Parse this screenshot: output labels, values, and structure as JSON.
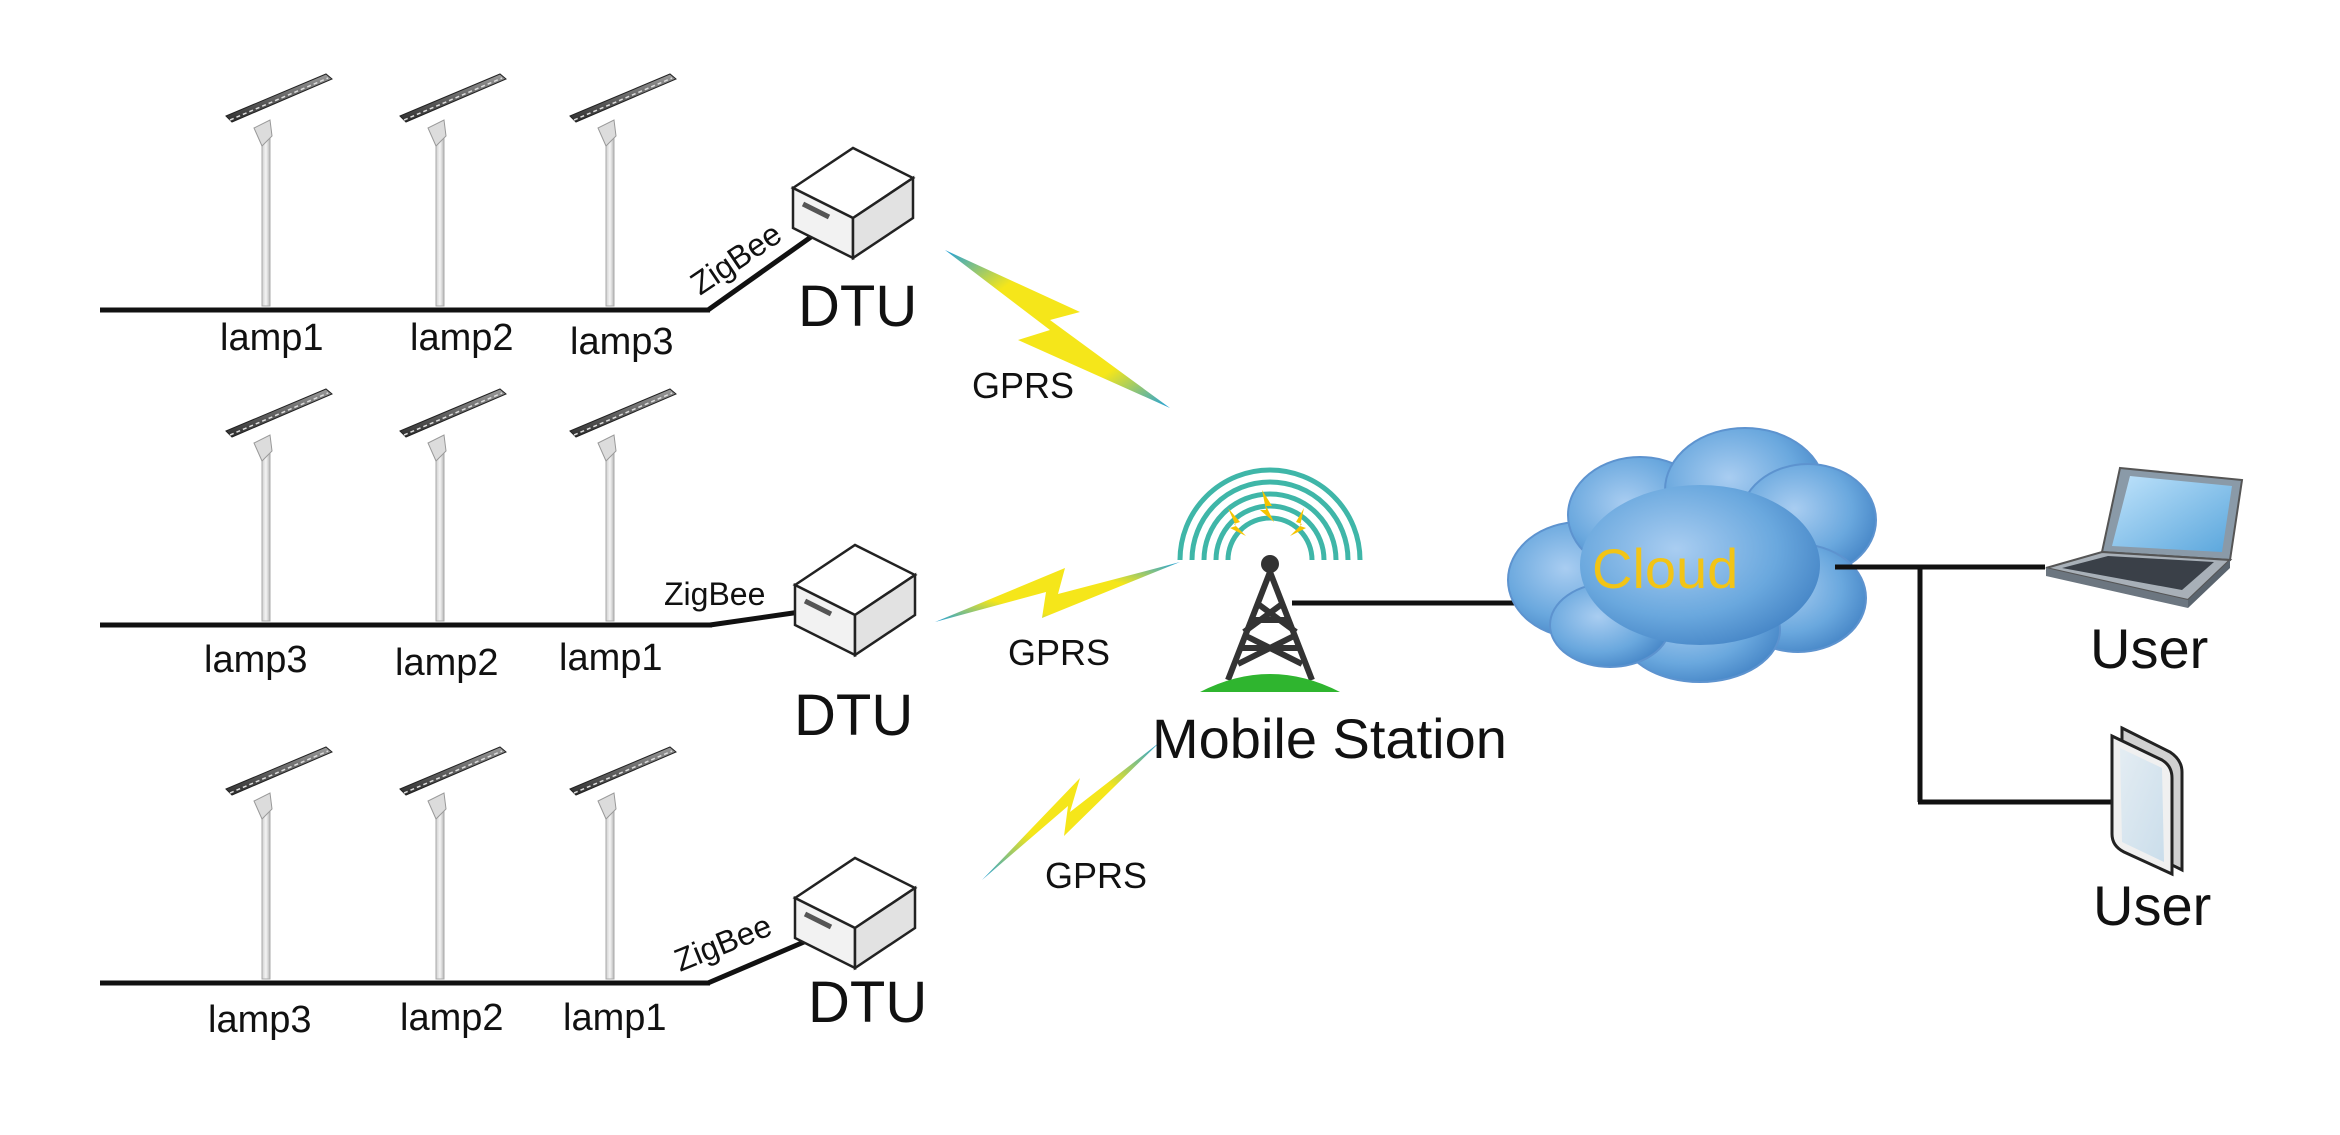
{
  "rows": [
    {
      "lamps": [
        "lamp1",
        "lamp2",
        "lamp3"
      ],
      "link": "ZigBee",
      "device": "DTU",
      "uplink": "GPRS"
    },
    {
      "lamps": [
        "lamp3",
        "lamp2",
        "lamp1"
      ],
      "link": "ZigBee",
      "device": "DTU",
      "uplink": "GPRS"
    },
    {
      "lamps": [
        "lamp3",
        "lamp2",
        "lamp1"
      ],
      "link": "ZigBee",
      "device": "DTU",
      "uplink": "GPRS"
    }
  ],
  "station": {
    "label": "Mobile Station"
  },
  "cloud": {
    "label": "Cloud"
  },
  "users": [
    {
      "label": "User",
      "device": "laptop-icon"
    },
    {
      "label": "User",
      "device": "tablet-icon"
    }
  ],
  "colors": {
    "line": "#111111",
    "cloud_text": "#f2c416",
    "lightning_yellow": "#f5e61a",
    "lightning_blue": "#1fa0dc",
    "signal_teal": "#3fb6a8",
    "ground_green": "#2fb52f",
    "cloud_blue": "#6aa8de"
  }
}
